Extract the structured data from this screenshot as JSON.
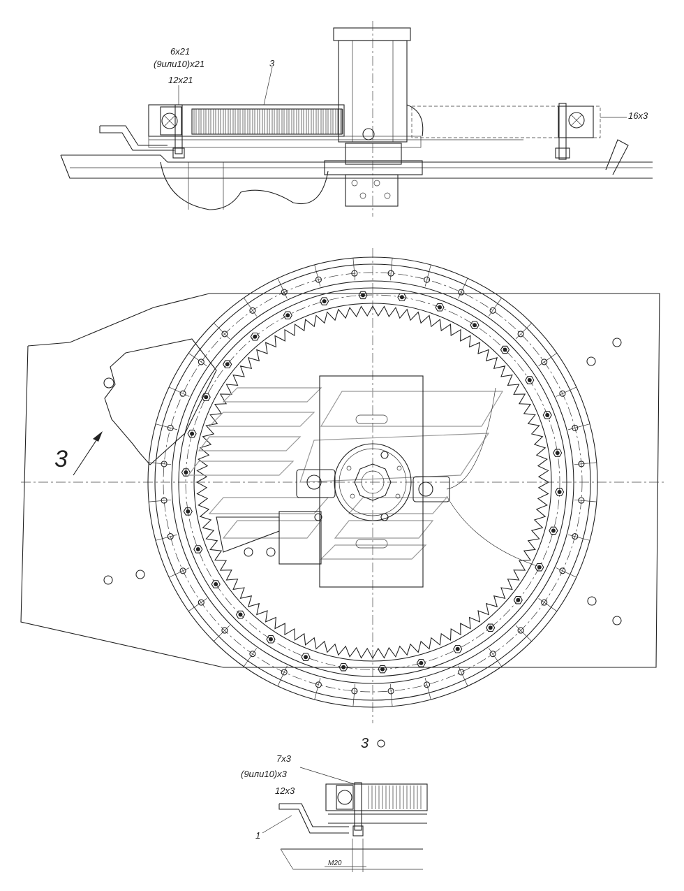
{
  "top_view": {
    "label_bolt_1": "6х21",
    "label_bolt_2": "(9или10)х21",
    "label_bolt_3": "12х21",
    "label_part": "3",
    "label_right": "16х3"
  },
  "plan_view": {
    "view_arrow_label": "3"
  },
  "detail_view": {
    "title": "3",
    "label_1": "7х3",
    "label_2": "(9или10)х3",
    "label_3": "12х3",
    "label_part": "1",
    "label_thread": "М20"
  },
  "colors": {
    "line": "#222222",
    "background": "#ffffff",
    "watermark": "#999999"
  }
}
